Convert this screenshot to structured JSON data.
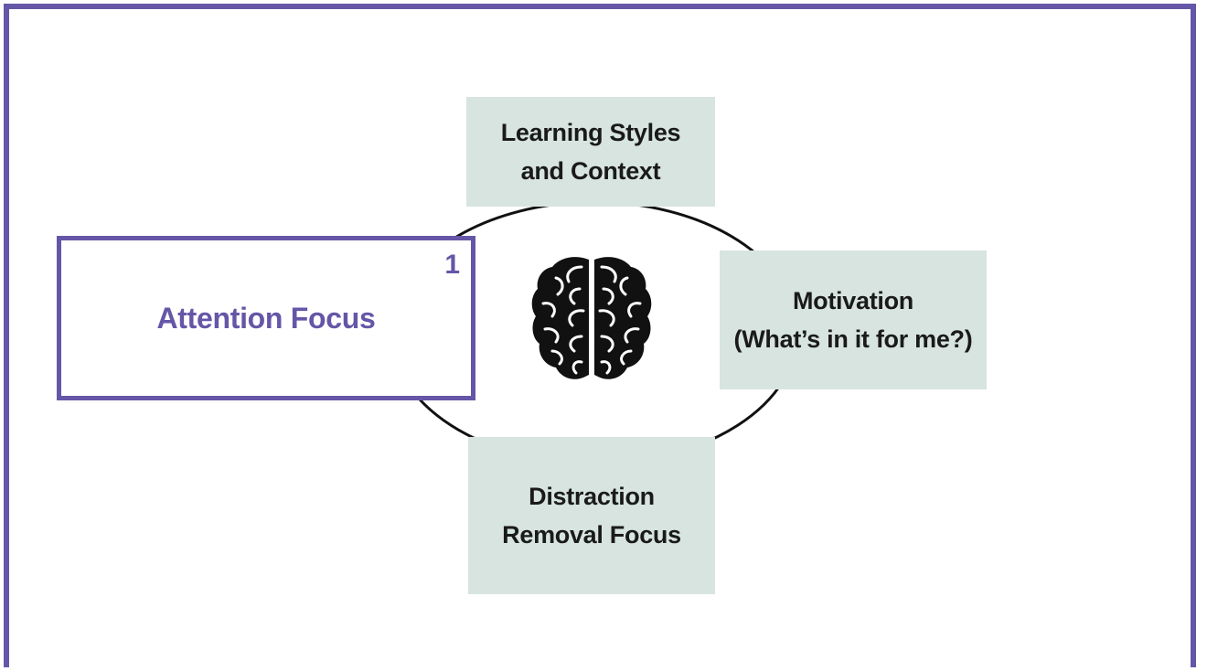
{
  "diagram": {
    "active_node": {
      "label": "Attention Focus",
      "step_number": "1"
    },
    "nodes": {
      "top": "Learning Styles\nand  Context",
      "right": "Motivation\n(What’s in it for me?)",
      "bottom": "Distraction\nRemoval Focus"
    },
    "center_icon": "brain-icon",
    "colors": {
      "accent": "#6556a7",
      "node_fill": "#d7e4df",
      "text": "#1a1a1a"
    }
  }
}
